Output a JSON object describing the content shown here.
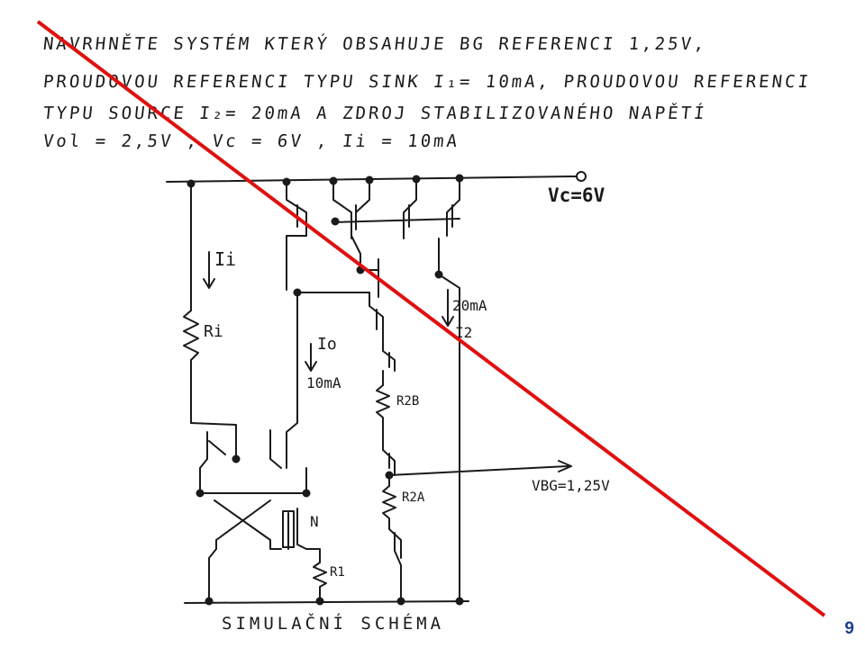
{
  "task": {
    "line1": "NAVRHNĚTE SYSTÉM KTERÝ OBSAHUJE BG REFERENCI 1,25V,",
    "line2": "PROUDOVOU REFERENCI TYPU SINK I₁= 10mA, PROUDOVOU REFERENCI",
    "line3": "TYPU SOURCE I₂= 20mA A ZDROJ STABILIZOVANÉHO NAPĚTÍ",
    "line4": "Vol = 2,5V ,   Vc = 6V , Ii = 10mA"
  },
  "schematic": {
    "vc_label": "Vc=6V",
    "ii_label": "Ii",
    "ri_label": "Ri",
    "io_label": "Io",
    "io_value": "10mA",
    "i2_value": "20mA",
    "i2_label": "I2",
    "r2b_label": "R2B",
    "r2a_label": "R2A",
    "vbg_label": "VBG=1,25V",
    "n_label": "N",
    "r1_label": "R1"
  },
  "caption": "SIMULAČNÍ SCHÉMA",
  "page_number": "9",
  "colors": {
    "ink": "#1a1a1a",
    "strike": "#e01010",
    "page_number": "#1f3f8f"
  }
}
